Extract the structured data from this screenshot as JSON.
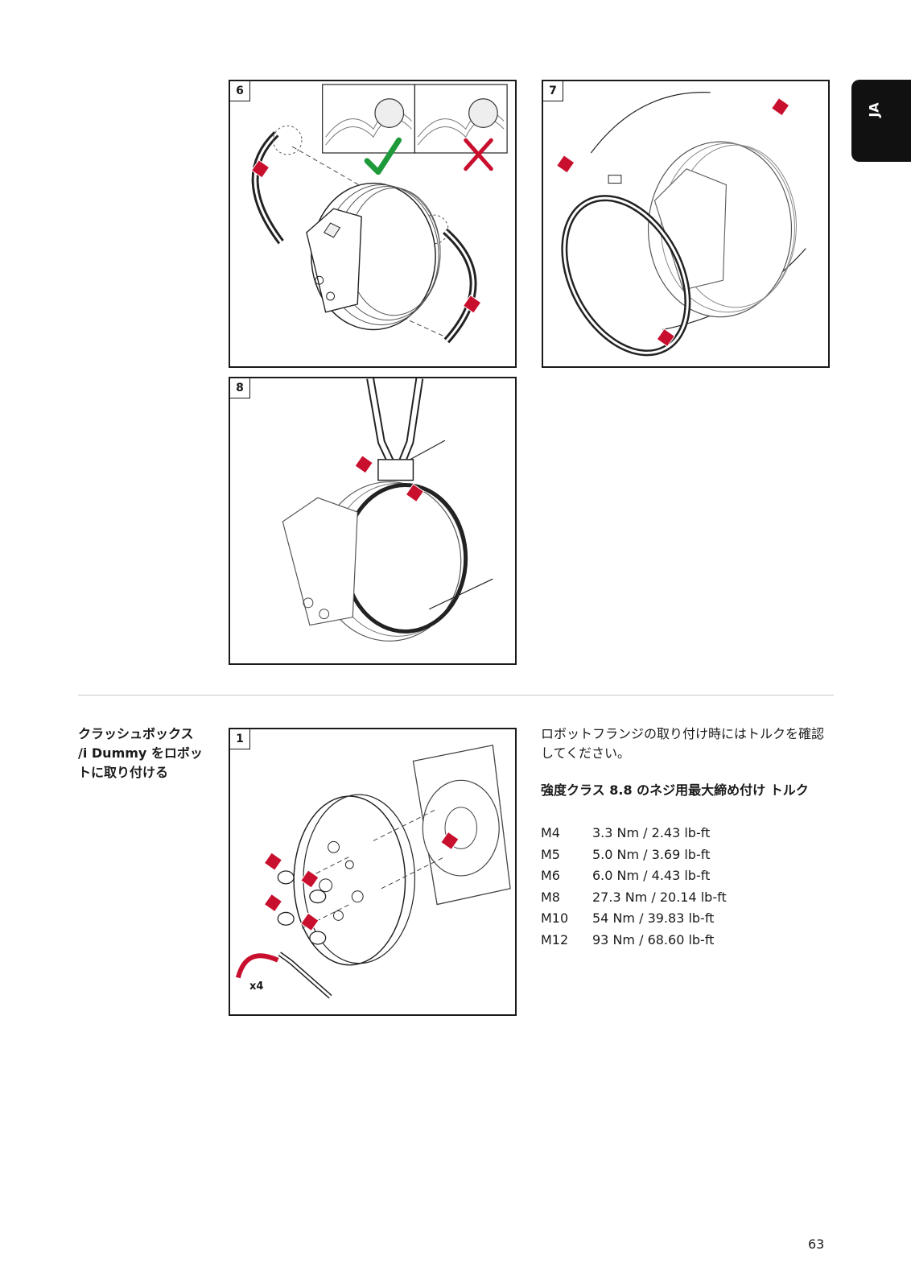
{
  "language_tab": "JA",
  "figures": [
    {
      "step": "6"
    },
    {
      "step": "7"
    },
    {
      "step": "8"
    },
    {
      "step": "1",
      "callout": "x4"
    }
  ],
  "section": {
    "title": "クラッシュボックス /i Dummy をロボットに取り付ける",
    "intro": "ロボットフランジの取り付け時にはトルクを確認してください。",
    "torque_heading": "強度クラス 8.8 のネジ用最大締め付け トルク",
    "torque_table": [
      {
        "size": "M4",
        "value": "3.3 Nm / 2.43 lb-ft"
      },
      {
        "size": "M5",
        "value": "5.0 Nm / 3.69 lb-ft"
      },
      {
        "size": "M6",
        "value": "6.0 Nm / 4.43 lb-ft"
      },
      {
        "size": "M8",
        "value": "27.3 Nm / 20.14 lb-ft"
      },
      {
        "size": "M10",
        "value": "54 Nm / 39.83 lb-ft"
      },
      {
        "size": "M12",
        "value": "93 Nm / 68.60 lb-ft"
      }
    ]
  },
  "page_number": "63",
  "colors": {
    "accent_red": "#c8102e",
    "check_green": "#1e9a3a",
    "tab_bg": "#111111"
  }
}
